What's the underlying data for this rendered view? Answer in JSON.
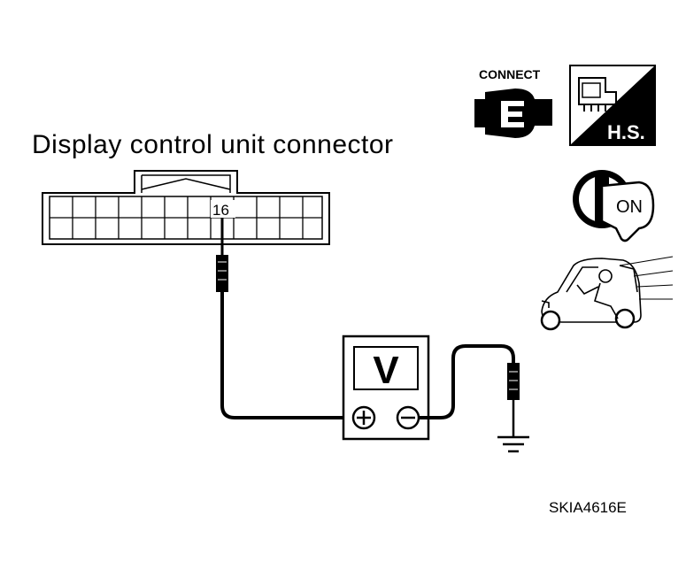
{
  "diagram": {
    "title": "Display control unit connector",
    "pin_number": "16",
    "meter_label": "V",
    "figure_code": "SKIA4616E"
  },
  "icons": {
    "connect_label": "CONNECT",
    "harness_label": "H.S.",
    "ignition_label": "ON",
    "names": [
      "connect-icon",
      "harness-side-icon",
      "ignition-on-icon",
      "driver-in-car-icon"
    ]
  }
}
